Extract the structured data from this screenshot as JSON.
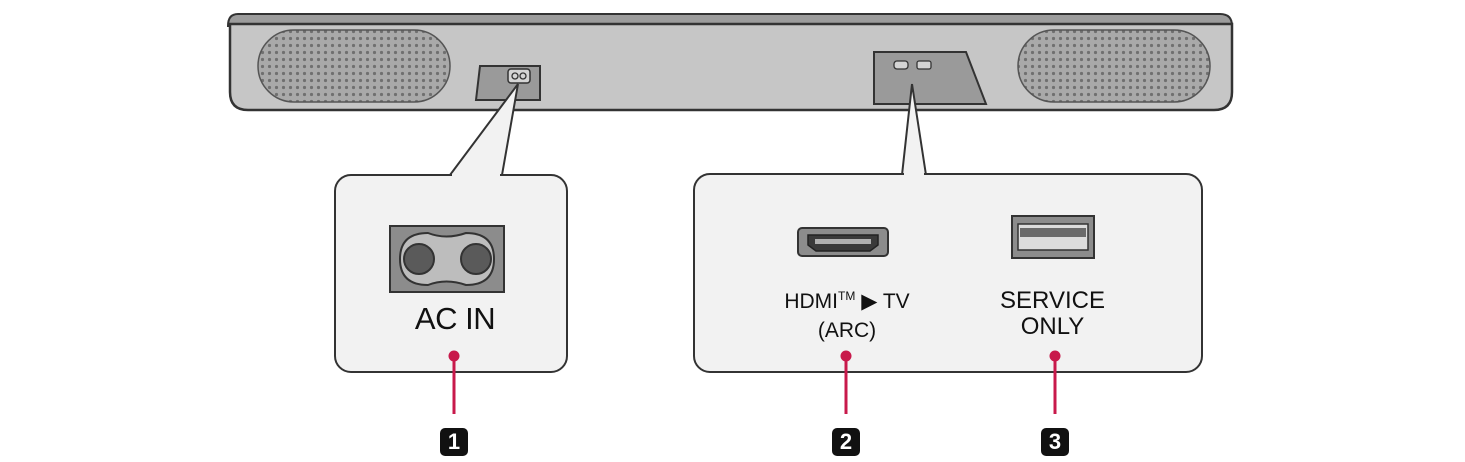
{
  "colors": {
    "bar_body": "#c8c8c8",
    "bar_outline": "#333333",
    "panel_fill": "#f2f2f2",
    "callout_dot": "#c8194b",
    "badge_fill": "#111111"
  },
  "ports": [
    {
      "id": "ac-in",
      "label": "AC IN",
      "number": "1"
    },
    {
      "id": "hdmi",
      "label_main": "HDMI",
      "label_tm": "TM",
      "label_arrow": "▶",
      "label_tv": "TV",
      "label_sub": "(ARC)",
      "number": "2"
    },
    {
      "id": "service",
      "label_line1": "SERVICE",
      "label_line2": "ONLY",
      "number": "3"
    }
  ]
}
